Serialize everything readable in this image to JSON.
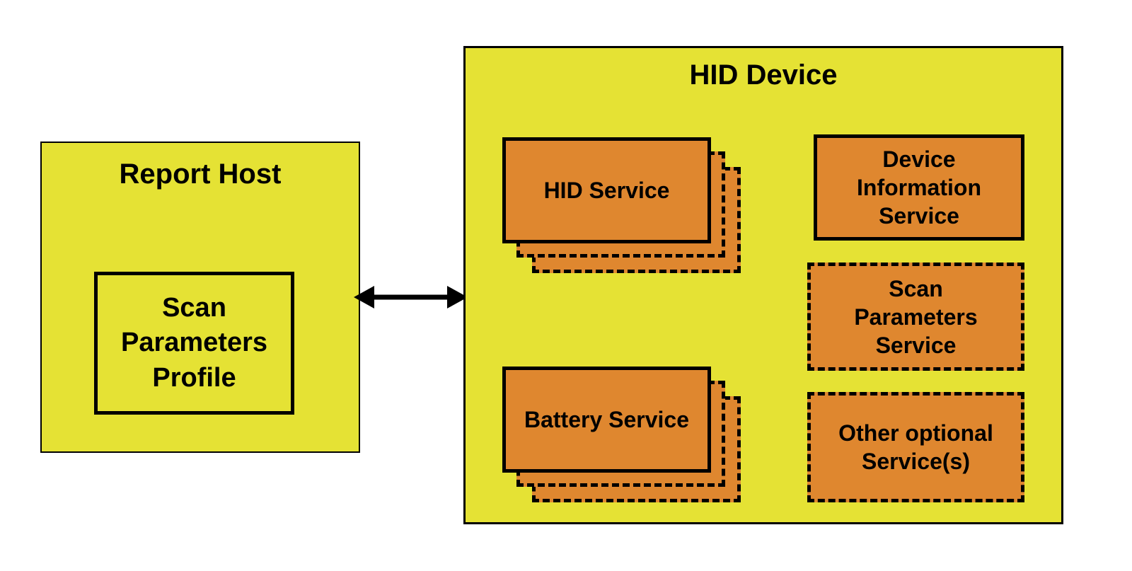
{
  "report_host": {
    "title": "Report Host",
    "profile_label": "Scan Parameters Profile"
  },
  "hid_device": {
    "title": "HID Device",
    "hid_service_label": "HID Service",
    "battery_service_label": "Battery Service",
    "device_information_label": "Device Information Service",
    "scan_parameters_label": "Scan Parameters Service",
    "other_optional_label": "Other optional Service(s)"
  },
  "arrow": {
    "type": "double-headed-horizontal"
  },
  "colors": {
    "yellow": "#e5e234",
    "orange": "#df872f",
    "line": "#000000"
  }
}
